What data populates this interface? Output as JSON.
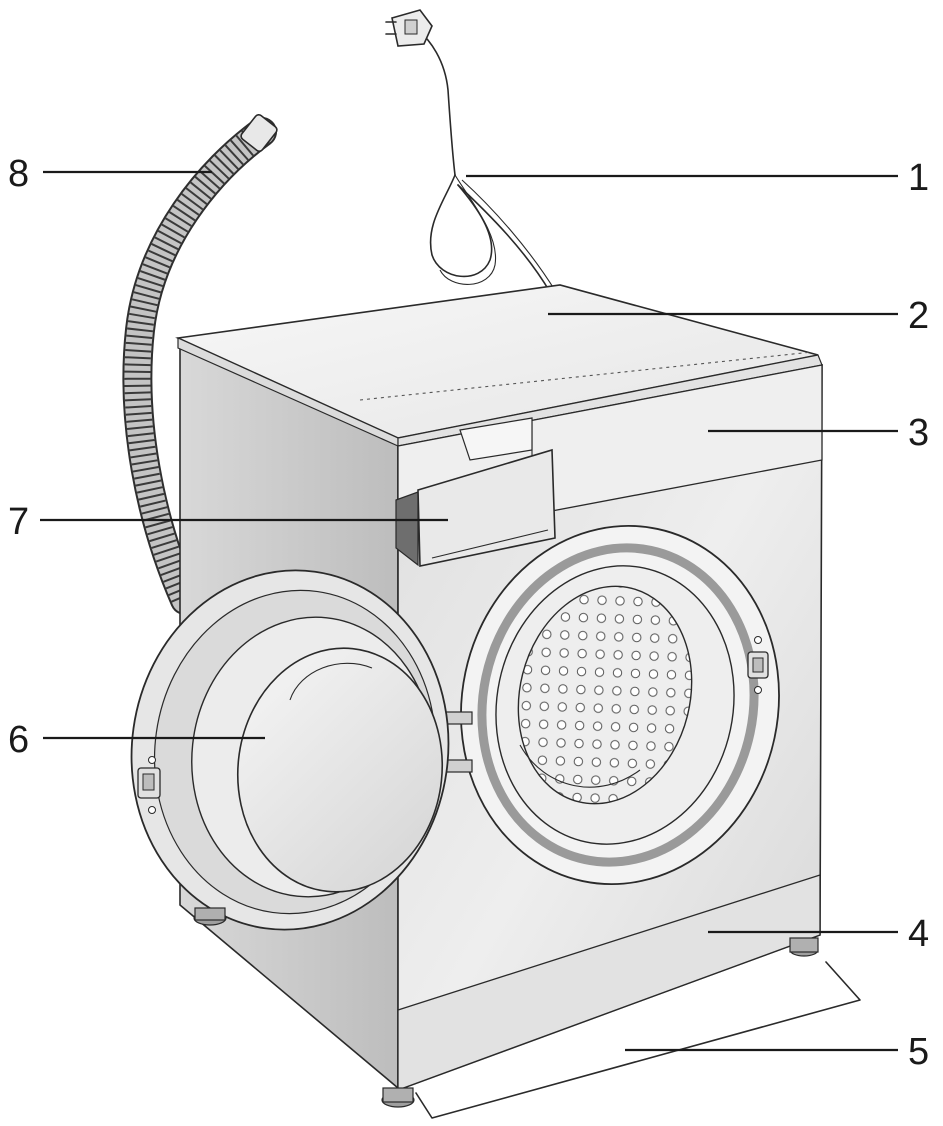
{
  "callouts": [
    {
      "id": "1",
      "label": "1"
    },
    {
      "id": "2",
      "label": "2"
    },
    {
      "id": "3",
      "label": "3"
    },
    {
      "id": "4",
      "label": "4"
    },
    {
      "id": "5",
      "label": "5"
    },
    {
      "id": "6",
      "label": "6"
    },
    {
      "id": "7",
      "label": "7"
    },
    {
      "id": "8",
      "label": "8"
    }
  ],
  "colors": {
    "body_side": "#c9c9c9",
    "body_front": "#e4e4e4",
    "top_panel": "#f2f2f2",
    "porthole_ring": "#9a9a9a",
    "drum": "#f0f0f0",
    "line": "#2a2a2a"
  }
}
